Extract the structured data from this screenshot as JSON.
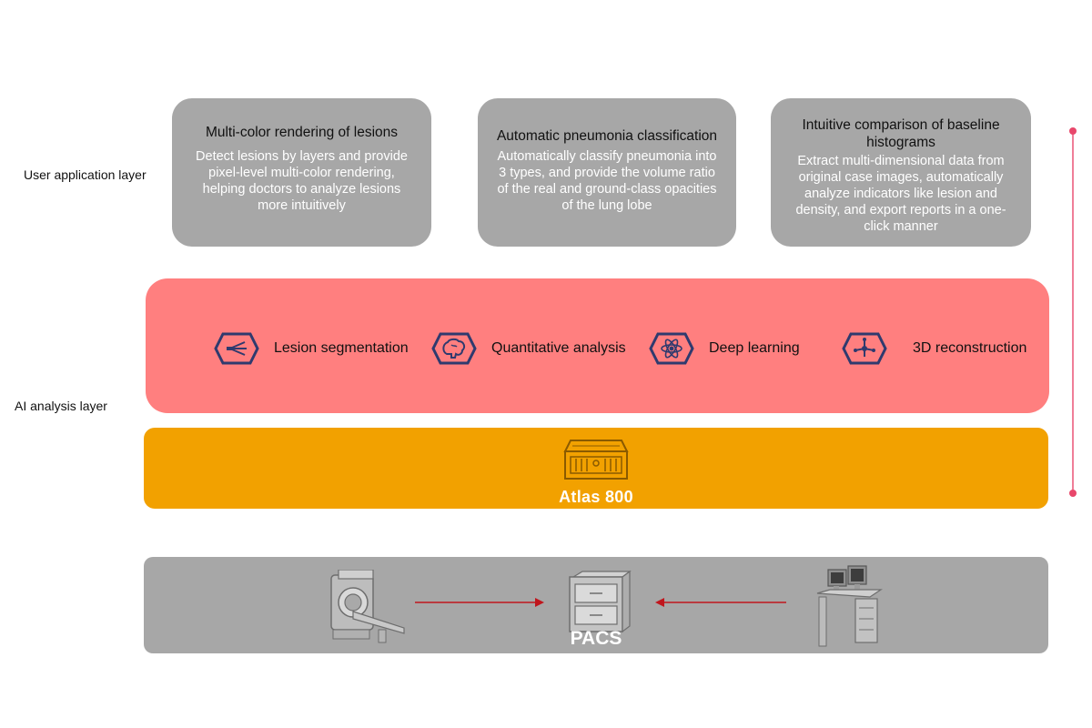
{
  "layers": {
    "user_application": "User application layer",
    "ai_analysis": "AI analysis layer"
  },
  "cards": [
    {
      "title": "Multi-color rendering of lesions",
      "description": "Detect lesions by layers and provide pixel-level multi-color rendering, helping doctors to analyze lesions more intuitively"
    },
    {
      "title": "Automatic pneumonia classification",
      "description": "Automatically classify pneumonia into 3 types, and provide the volume ratio of the real and ground-class opacities of the lung lobe"
    },
    {
      "title": "Intuitive comparison of baseline histograms",
      "description": "Extract multi-dimensional data from original case images, automatically analyze indicators like lesion and density, and export reports in a one-click manner"
    }
  ],
  "ai_items": [
    {
      "label": "Lesion segmentation",
      "icon": "segmentation-icon"
    },
    {
      "label": "Quantitative analysis",
      "icon": "brain-icon"
    },
    {
      "label": "Deep learning",
      "icon": "atom-icon"
    },
    {
      "label": "3D reconstruction",
      "icon": "network-icon"
    }
  ],
  "atlas": {
    "label": "Atlas 800",
    "icon": "server-icon"
  },
  "pacs": {
    "label": "PACS",
    "left_icon": "ct-scanner-icon",
    "center_icon": "storage-cabinet-icon",
    "right_icon": "workstation-icon"
  },
  "colors": {
    "card_bg": "#a7a7a7",
    "ai_panel": "#ff7f7f",
    "atlas_panel": "#f2a100",
    "pacs_panel": "#a7a7a7",
    "icon_stroke": "#2f3a6e",
    "arrow": "#c0161d",
    "timeline": "#e8476b"
  }
}
